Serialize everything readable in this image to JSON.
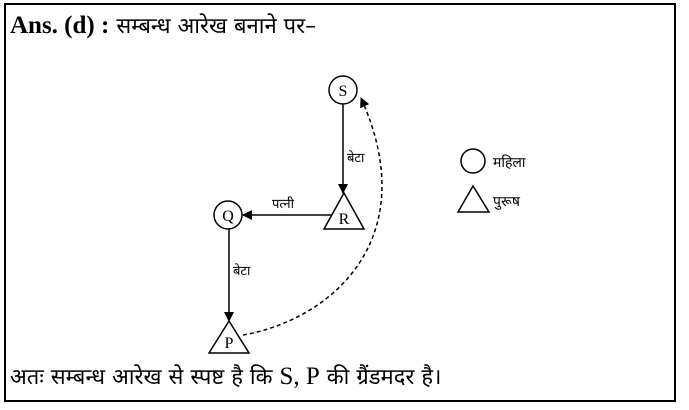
{
  "heading": {
    "prefix": "Ans. (d) :",
    "text": " सम्बन्ध आरेख बनाने पर–"
  },
  "diagram": {
    "nodes": [
      {
        "id": "S",
        "label": "S",
        "shape": "circle",
        "gender": "महिला"
      },
      {
        "id": "R",
        "label": "R",
        "shape": "triangle",
        "gender": "पुरूष"
      },
      {
        "id": "Q",
        "label": "Q",
        "shape": "circle",
        "gender": "महिला"
      },
      {
        "id": "P",
        "label": "P",
        "shape": "triangle",
        "gender": "पुरूष"
      }
    ],
    "edges": [
      {
        "from": "S",
        "to": "R",
        "label": "बेटा",
        "style": "solid"
      },
      {
        "from": "R",
        "to": "Q",
        "label": "पत्नी",
        "style": "solid"
      },
      {
        "from": "Q",
        "to": "P",
        "label": "बेटा",
        "style": "solid"
      },
      {
        "from": "P",
        "to": "S",
        "label": "",
        "style": "dashed"
      }
    ],
    "node_labels": {
      "S": "S",
      "R": "R",
      "Q": "Q",
      "P": "P"
    },
    "edge_labels": {
      "s_r": "बेटा",
      "r_q": "पत्नी",
      "q_p": "बेटा"
    }
  },
  "legend": {
    "female_label": "महिला",
    "male_label": "पुरूष"
  },
  "conclusion": {
    "text_hi_1": "अतः सम्बन्ध आरेख से स्पष्ट है कि ",
    "names": "S, P",
    "text_hi_2": " की ग्रैंडमदर है।"
  }
}
